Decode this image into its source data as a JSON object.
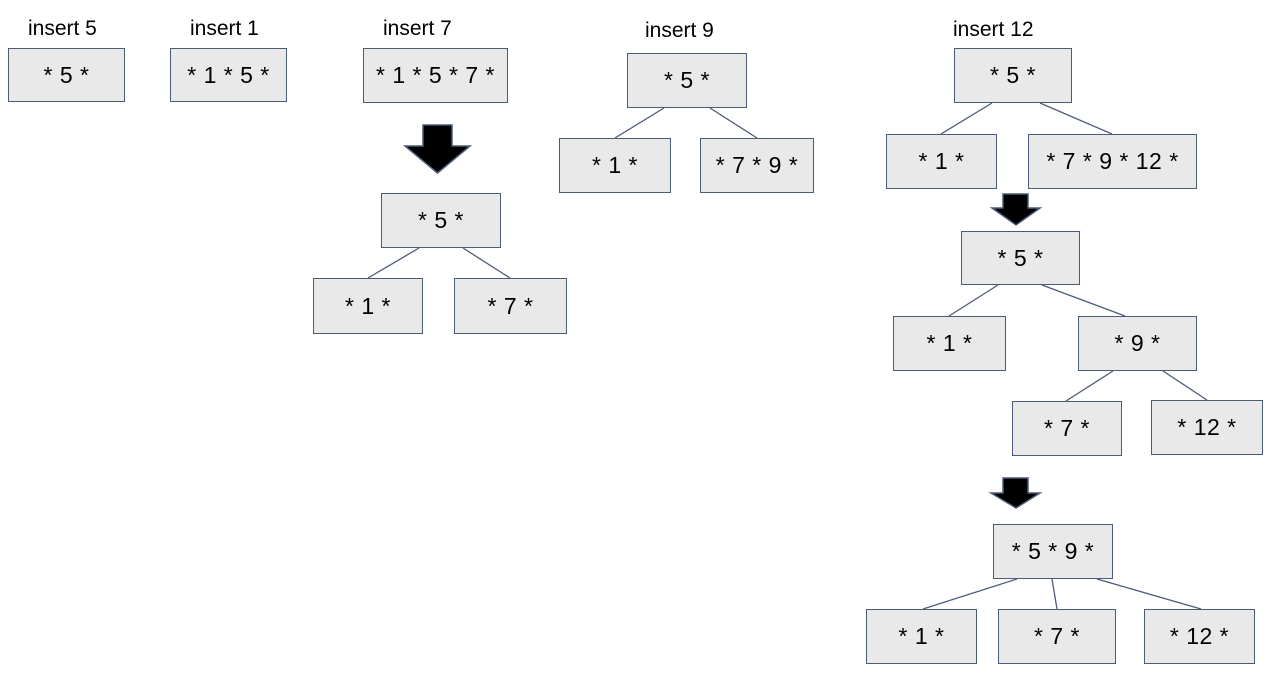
{
  "steps": {
    "insert5": {
      "label": "insert 5",
      "box": "* 5 *"
    },
    "insert1": {
      "label": "insert 1",
      "box": "* 1 * 5 *"
    },
    "insert7": {
      "label": "insert 7",
      "box": "* 1 * 5 * 7 *",
      "tree": {
        "root": "* 5 *",
        "left": "* 1 *",
        "right": "* 7 *"
      }
    },
    "insert9": {
      "label": "insert 9",
      "tree": {
        "root": "* 5 *",
        "left": "* 1 *",
        "right": "* 7 * 9 *"
      }
    },
    "insert12": {
      "label": "insert 12",
      "tree_before_split": {
        "root": "* 5 *",
        "left": "* 1 *",
        "right": "* 7 * 9 * 12 *"
      },
      "tree_after_split": {
        "root": "* 5 *",
        "left": "* 1 *",
        "right": "* 9 *",
        "right_left": "* 7 *",
        "right_right": "* 12 *"
      },
      "tree_final": {
        "root": "* 5 * 9 *",
        "child1": "* 1 *",
        "child2": "* 7 *",
        "child3": "* 12 *"
      }
    }
  },
  "colors": {
    "background": "#ffffff",
    "node_fill": "#e9e9e9",
    "node_border": "#4c5c77",
    "connector": "#4c5c77",
    "arrow_fill": "#000000",
    "text": "#000000"
  }
}
